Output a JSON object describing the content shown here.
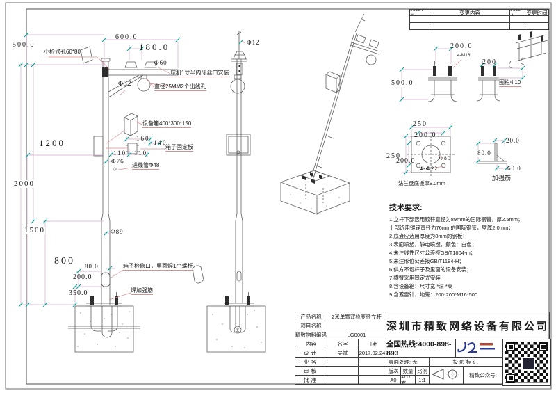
{
  "rev_table": {
    "col_count": "变更次数",
    "col_content": "变更内容",
    "col_person": "变更人",
    "col_time": "变更时间"
  },
  "front_view": {
    "dim_500": "500.0",
    "label_access_hole": "小检修孔60*80",
    "dim_600": "600.0",
    "dim_180": "180.0",
    "dia_60": "Φ60",
    "label_camera_mount": "球机1寸半内牙丝口安装",
    "dia_32": "Φ32",
    "label_outlet": "直径25MM2个出线孔",
    "label_equipment_box": "设备箱400*300*150",
    "dim_160": "160",
    "dim_140": "140",
    "label_fixing_plate": "箱子固定板",
    "dim_110_left": "110",
    "dim_110_right": "110",
    "dia_76": "Φ76",
    "label_inlet_pipe": "进线管Φ48",
    "dim_1200": "1200",
    "dim_2000": "2000",
    "dim_1500": "1500",
    "dim_800": "800",
    "dia_89": "Φ89",
    "dim_80": "80.0",
    "dim_200": "200.0",
    "dim_350": "350.0",
    "label_box_access": "箱子检修口，里面焊1个螺杆",
    "label_weld_rib": "焊加强筋"
  },
  "side_view": {
    "dia_12": "Φ12"
  },
  "details": {
    "cage_front": {
      "dim_200": "200.0",
      "label_bolts": "4-M16",
      "dim_500": "500.0"
    },
    "cage_side": {
      "dim_200": "200",
      "label_fence": "围栏Φ10"
    },
    "flange": {
      "dim_w_outer": "250",
      "dim_w_inner": "200.0",
      "dim_h_outer": "250",
      "dim_h_inner": "200.0",
      "dia_center": "Φ80",
      "label_holes": "4-Φ22",
      "note": "法兰盘底板厚8.0mm"
    },
    "rib": {
      "dim_top": "20.0",
      "dim_height": "80.0",
      "dim_bottom": "60.0",
      "label": "加强筋"
    }
  },
  "tech_requirements": {
    "title": "技术要求:",
    "lines": [
      "1.立杆下部选用镀锌直径为89mm的国际钢管，厚2.5mm；",
      "上部选用镀锌直径为76mm的国际钢管，壁厚2.0mm；",
      "2.底盘应选用厚度为8mm的钢板；",
      "3.表面喷塑，静电喷塑，颜色：白色；",
      "4.未注线性尺寸公差按GB/T1804-m；",
      "5.未注形位公差按GB/T1184-H；",
      "6.供方不包杆子及里面的设备安装；",
      "7.横臂采用固定式安装",
      "8.含设备箱：尺寸宽 *深 *高",
      "9.含避雷针，地笼：200*200*M16*500"
    ]
  },
  "title_block": {
    "product_label": "产品名称",
    "product_value": "2米单臂双枪变径立杆",
    "project_label": "项目名称",
    "project_value": "",
    "code_label": "精致物料编码",
    "code_value": "LG0001",
    "col_content": "内容",
    "col_name": "名字",
    "col_date": "日期",
    "row_design": "设计",
    "design_name": "吴斌",
    "design_date": "2017.02.24",
    "row_business": "业务",
    "row_review": "审核",
    "row_approve": "批准",
    "company": "深圳市精致网络设备有限公司",
    "hotline": "全国热线:4000-898-893",
    "surface_finish": "表面处理: 无",
    "projection_label": "投影标记",
    "rev_label": "版次",
    "qty_label": "数量",
    "scale_label": "比例",
    "rev_value": "A0",
    "qty_value": "1件/套",
    "scale_value": "1:1",
    "wechat_label": "精致公众号:"
  },
  "colors": {
    "tick": "#00a89a",
    "dimension_line": "#cfaccb",
    "leader_line": "#d99090",
    "drawing_line": "#5f5f5f",
    "logo_blue": "#2b3a92"
  }
}
